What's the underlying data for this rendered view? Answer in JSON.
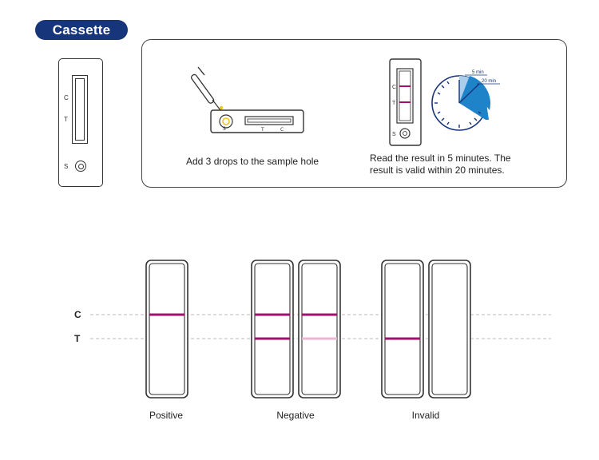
{
  "section_badge": "Cassette",
  "cassette": {
    "c_label": "C",
    "t_label": "T",
    "s_label": "S"
  },
  "steps": [
    {
      "text": "Add 3 drops to the sample hole"
    },
    {
      "line1": "Read the result in 5 minutes. The",
      "line2": "result is valid within 20 minutes."
    }
  ],
  "strip_labels": {
    "c": "C",
    "t": "T",
    "s": "S"
  },
  "timer_labels": {
    "short": "5 min",
    "long": "20 min"
  },
  "result_axis": {
    "c": "C",
    "t": "T"
  },
  "results": [
    {
      "label": "Positive",
      "strips": [
        {
          "c_line": true,
          "t_line": false
        }
      ]
    },
    {
      "label": "Negative",
      "strips": [
        {
          "c_line": true,
          "t_line": true,
          "t_faint": false
        },
        {
          "c_line": true,
          "t_line": true,
          "t_faint": true
        }
      ]
    },
    {
      "label": "Invalid",
      "strips": [
        {
          "c_line": false,
          "t_line": true
        },
        {
          "c_line": false,
          "t_line": false
        }
      ]
    }
  ],
  "colors": {
    "badge": "#17357a",
    "line": "#a0106e",
    "faint_line": "#e9b6d4",
    "timer": "#1e83c9",
    "timer_light": "#a9cdea",
    "dial": "#17357a",
    "dropper_yellow": "#f2c21b"
  }
}
